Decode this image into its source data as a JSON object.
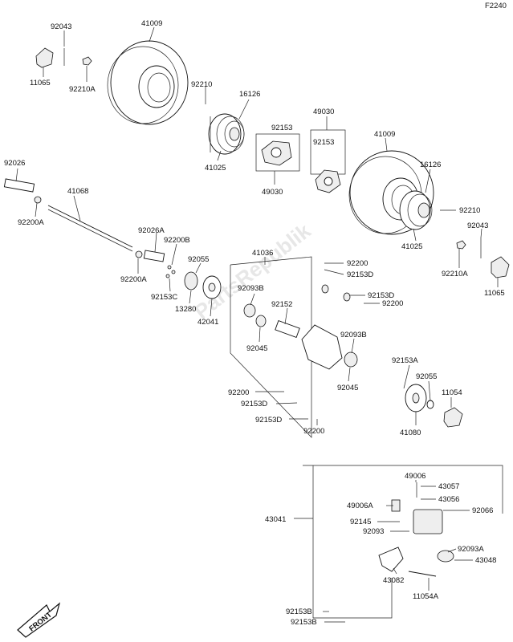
{
  "figure_code": "F2240",
  "watermark": "PartsRepublik",
  "front_label": "FRONT",
  "callouts": {
    "c41009a": "41009",
    "c92043a": "92043",
    "c11065a": "11065",
    "c92210Aa": "92210A",
    "c92210a": "92210",
    "c16126a": "16126",
    "c41025a": "41025",
    "c92153a": "92153",
    "c49030a": "49030",
    "c49030b": "49030",
    "c92153b": "92153",
    "c41009b": "41009",
    "c16126b": "16126",
    "c92210b": "92210",
    "c92043b": "92043",
    "c41025b": "41025",
    "c92210Ab": "92210A",
    "c11065b": "11065",
    "c92026": "92026",
    "c92200Aa": "92200A",
    "c41068": "41068",
    "c92026A": "92026A",
    "c92200B": "92200B",
    "c92200Ab": "92200A",
    "c92055a": "92055",
    "c92153C": "92153C",
    "c13280": "13280",
    "c42041": "42041",
    "c41036": "41036",
    "c92200a": "92200",
    "c92153Da": "92153D",
    "c92093Ba": "92093B",
    "c92152": "92152",
    "c92153Db": "92153D",
    "c92200b": "92200",
    "c92045a": "92045",
    "c92093Bb": "92093B",
    "c92045b": "92045",
    "c92200c": "92200",
    "c92153Dc": "92153D",
    "c92153Dd": "92153D",
    "c92200d": "92200",
    "c92153A": "92153A",
    "c92055b": "92055",
    "c11054": "11054",
    "c41080": "41080",
    "c43041": "43041",
    "c49006": "49006",
    "c43057": "43057",
    "c49006A": "49006A",
    "c43056": "43056",
    "c92066": "92066",
    "c92145": "92145",
    "c92093": "92093",
    "c92093A": "92093A",
    "c43048": "43048",
    "c43082": "43082",
    "c11054A": "11054A",
    "c92153Ba": "92153B",
    "c92153Bb": "92153B"
  }
}
